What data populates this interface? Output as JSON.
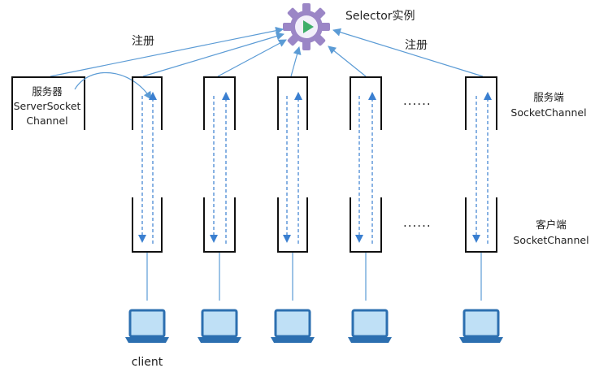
{
  "selector": {
    "label": "Selector实例",
    "icon": "gear-play-icon"
  },
  "register_labels": {
    "left": "注册",
    "right": "注册"
  },
  "server_channel": {
    "line1": "服务器",
    "line2": "ServerSocket",
    "line3": "Channel"
  },
  "server_side_label": {
    "line1": "服务端",
    "line2": "SocketChannel"
  },
  "client_side_label": {
    "line1": "客户端",
    "line2": "SocketChannel"
  },
  "ellipsis": "......",
  "client_label": "client",
  "colors": {
    "arrow": "#5b9bd5",
    "dashed": "#3a7fd0",
    "gear": "#9b86c6",
    "laptop": "#2c6fb0",
    "screen": "#bfe0f6"
  }
}
